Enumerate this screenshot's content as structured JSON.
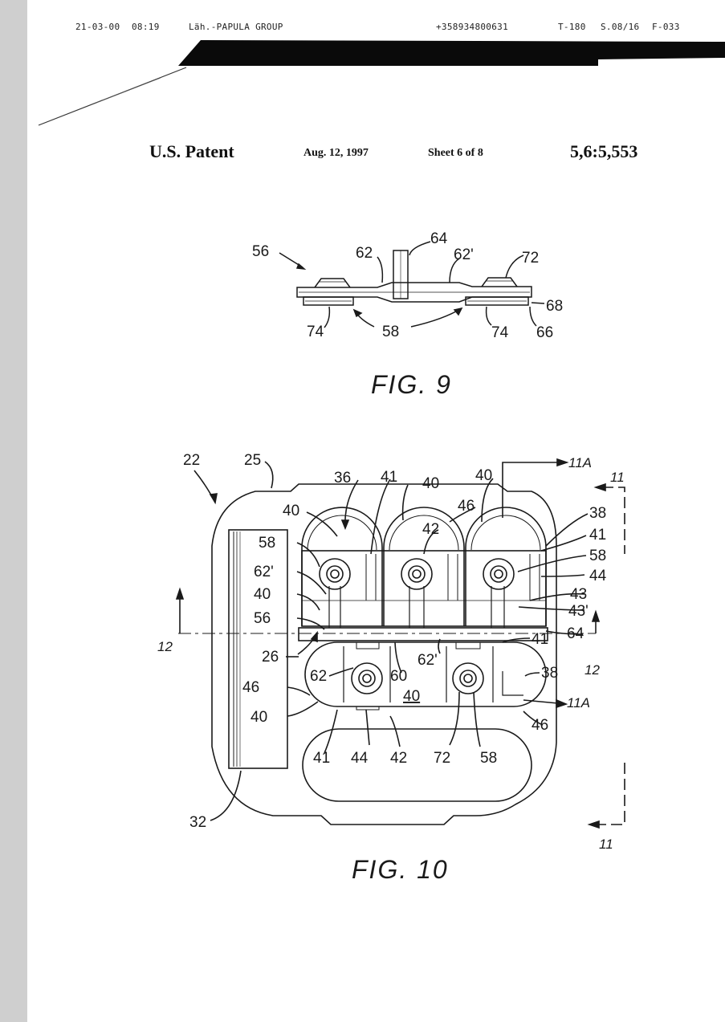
{
  "fax": {
    "date": "21-03-00",
    "time": "08:19",
    "sender": "Läh.-PAPULA GROUP",
    "phone": "+358934800631",
    "tcode": "T-180",
    "page": "S.08/16",
    "fcode": "F-033"
  },
  "header": {
    "title": "U.S. Patent",
    "date": "Aug. 12, 1997",
    "sheet": "Sheet 6 of 8",
    "number": "5,6:5,553"
  },
  "fig9": {
    "caption": "FIG. 9",
    "labels": {
      "l56": "56",
      "l62": "62",
      "l64": "64",
      "l62p": "62'",
      "l72": "72",
      "l68": "68",
      "l74a": "74",
      "l58": "58",
      "l74b": "74",
      "l66": "66"
    }
  },
  "fig10": {
    "caption": "FIG. 10",
    "labels": {
      "l22": "22",
      "l25": "25",
      "l36": "36",
      "l41a": "41",
      "l40a": "40",
      "l40b": "40",
      "l11Atop": "11A",
      "l11top": "11",
      "l40c": "40",
      "l46a": "46",
      "l42a": "42",
      "l38a": "38",
      "l41r": "41",
      "l58a": "58",
      "l58r": "58",
      "l62pL": "62'",
      "l44r": "44",
      "l40d": "40",
      "l43a": "43",
      "l43b": "43'",
      "l56": "56",
      "l64": "64",
      "l12L": "12",
      "l26": "26",
      "l41m": "41",
      "l62pm": "62'",
      "l12R": "12",
      "l62L": "62",
      "l60": "60",
      "l40u": "40",
      "l38b": "38",
      "l46L": "46",
      "l11Abot": "11A",
      "l40e": "40",
      "l46b": "46",
      "l41b": "41",
      "l44b": "44",
      "l42b": "42",
      "l72": "72",
      "l58b": "58",
      "l32": "32",
      "l11bot": "11"
    }
  }
}
